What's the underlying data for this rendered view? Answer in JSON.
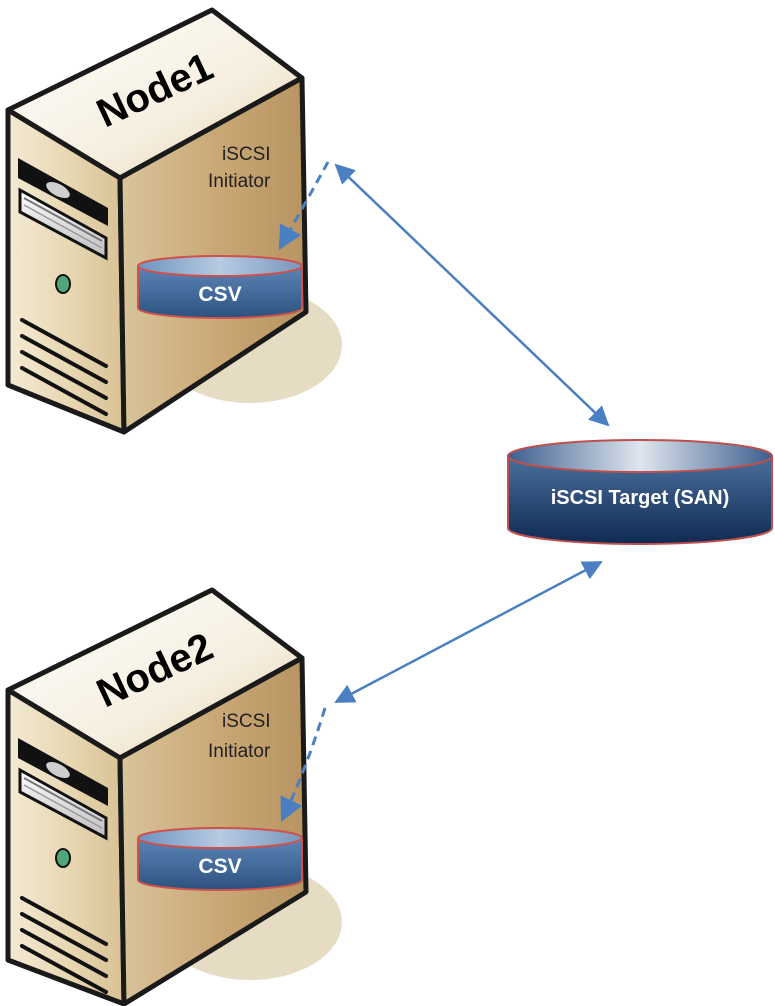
{
  "nodes": [
    {
      "name": "Node1",
      "initiator_line1": "iSCSI",
      "initiator_line2": "Initiator",
      "volume": "CSV"
    },
    {
      "name": "Node2",
      "initiator_line1": "iSCSI",
      "initiator_line2": "Initiator",
      "volume": "CSV"
    }
  ],
  "target": {
    "label": "iSCSI Target (SAN)"
  },
  "colors": {
    "case_front": "#e8dcc0",
    "case_side": "#c9ad7f",
    "shadow": "#e6dcc4",
    "volume_body": "#3d6a9c",
    "volume_top": "#8fb0d4",
    "volume_outline": "#d0504c",
    "connector": "#4a7fc1"
  }
}
